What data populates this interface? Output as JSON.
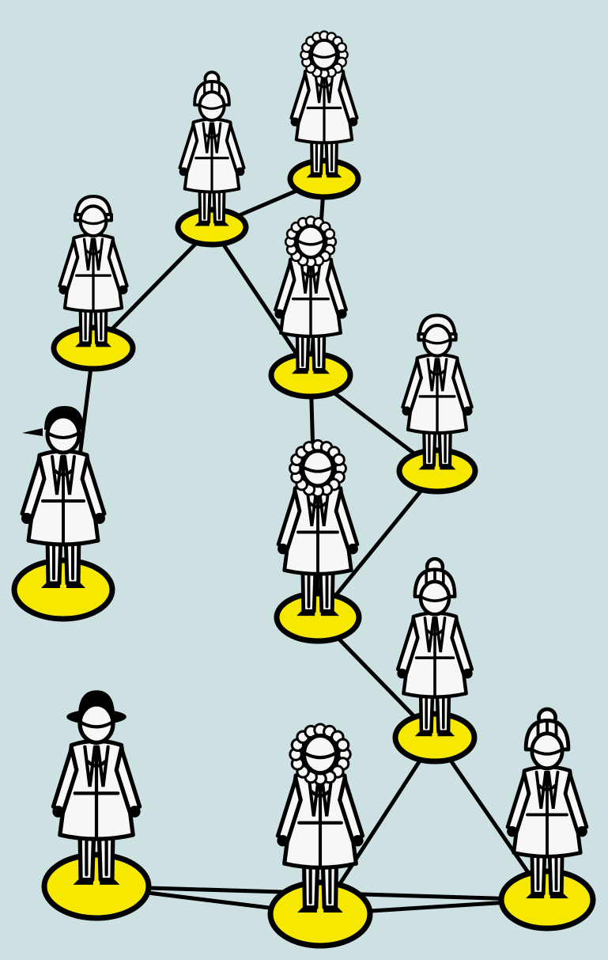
{
  "scene": {
    "colors": {
      "background": "#cde0e2",
      "base": "#f6e800",
      "ink": "#000000",
      "garment": "#f7f7f7"
    },
    "nodes": [
      {
        "id": "person-1",
        "headwear": "fur-hood"
      },
      {
        "id": "person-2",
        "headwear": "bobble-hat"
      },
      {
        "id": "person-3",
        "headwear": "beanie"
      },
      {
        "id": "person-4",
        "headwear": "fur-hood"
      },
      {
        "id": "person-5",
        "headwear": "beanie"
      },
      {
        "id": "person-6",
        "headwear": "cap"
      },
      {
        "id": "person-7",
        "headwear": "fur-hood"
      },
      {
        "id": "person-8",
        "headwear": "bobble-hat"
      },
      {
        "id": "person-9",
        "headwear": "bucket-hat"
      },
      {
        "id": "person-10",
        "headwear": "fur-hood"
      },
      {
        "id": "person-11",
        "headwear": "bobble-hat"
      }
    ],
    "links": [
      [
        "person-2",
        "person-1"
      ],
      [
        "person-2",
        "person-4"
      ],
      [
        "person-2",
        "person-3"
      ],
      [
        "person-1",
        "person-4"
      ],
      [
        "person-3",
        "person-6"
      ],
      [
        "person-4",
        "person-5"
      ],
      [
        "person-4",
        "person-7"
      ],
      [
        "person-5",
        "person-7"
      ],
      [
        "person-7",
        "person-8"
      ],
      [
        "person-8",
        "person-10"
      ],
      [
        "person-9",
        "person-10"
      ],
      [
        "person-10",
        "person-11"
      ],
      [
        "person-8",
        "person-11"
      ],
      [
        "person-9",
        "person-11"
      ]
    ]
  }
}
